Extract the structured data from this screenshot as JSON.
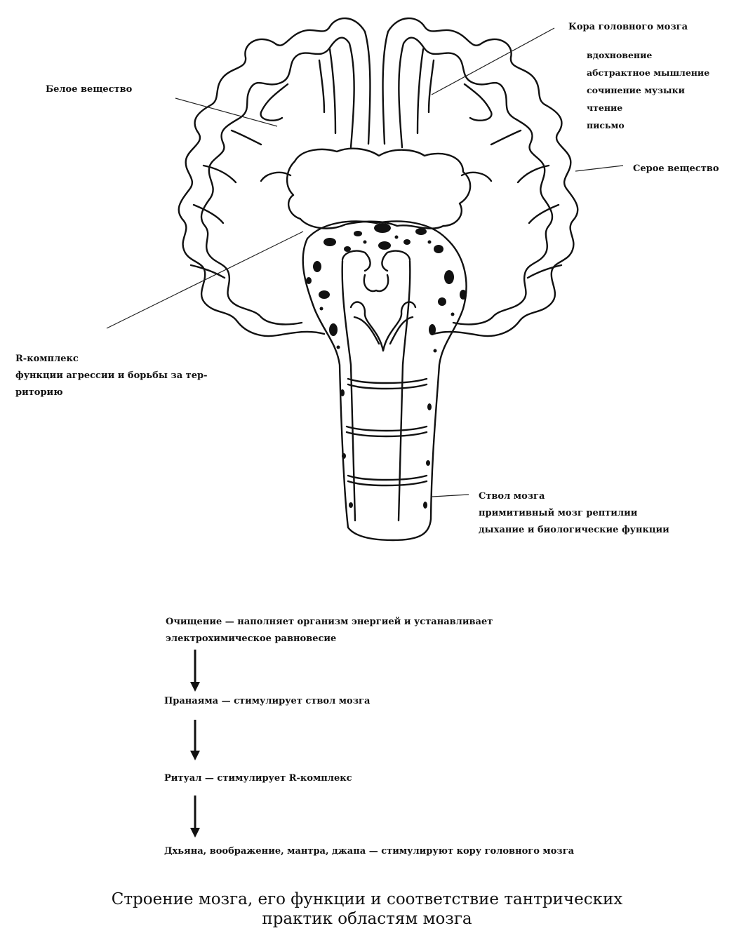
{
  "labels": {
    "cortex": {
      "title": "Кора головного мозга",
      "functions": [
        "вдохновение",
        "абстрактное мышление",
        "сочинение музыки",
        "чтение",
        "письмо"
      ]
    },
    "white_matter": "Белое вещество",
    "gray_matter": "Серое вещество",
    "r_complex": {
      "title": "R-комплекс",
      "desc_line1": "функции агрессии и борьбы за тер-",
      "desc_line2": "риторию"
    },
    "brainstem": {
      "title": "Ствол мозга",
      "line2": "примитивный мозг рептилии",
      "line3": "дыхание и биологические функции"
    }
  },
  "flow": {
    "step1_line1": "Очищение — наполняет организм энергией и устанавливает",
    "step1_line2": "электрохимическое равновесие",
    "step2": "Пранаяма — стимулирует ствол мозга",
    "step3": "Ритуал — стимулирует R-комплекс",
    "step4": "Дхьяна, воображение, мантра, джапа — стимулируют кору головного мозга"
  },
  "caption": {
    "line1": "Строение мозга, его функции и соответствие тантрических",
    "line2": "практик областям мозга"
  }
}
